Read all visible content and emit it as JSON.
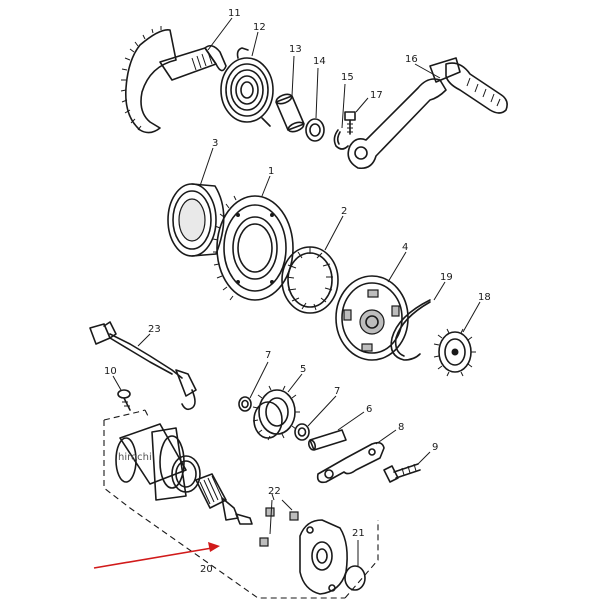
{
  "watermark": "hirochi",
  "callouts": {
    "c1": "1",
    "c2": "2",
    "c3": "3",
    "c4": "4",
    "c5": "5",
    "c6": "6",
    "c7a": "7",
    "c7b": "7",
    "c8": "8",
    "c9": "9",
    "c10": "10",
    "c11": "11",
    "c12": "12",
    "c13": "13",
    "c14": "14",
    "c15": "15",
    "c16": "16",
    "c17": "17",
    "c18": "18",
    "c19": "19",
    "c20": "20",
    "c21": "21",
    "c22": "22",
    "c23": "23"
  },
  "colors": {
    "line": "#1a1a1a",
    "arrow": "#d11a1a",
    "background": "#ffffff"
  }
}
